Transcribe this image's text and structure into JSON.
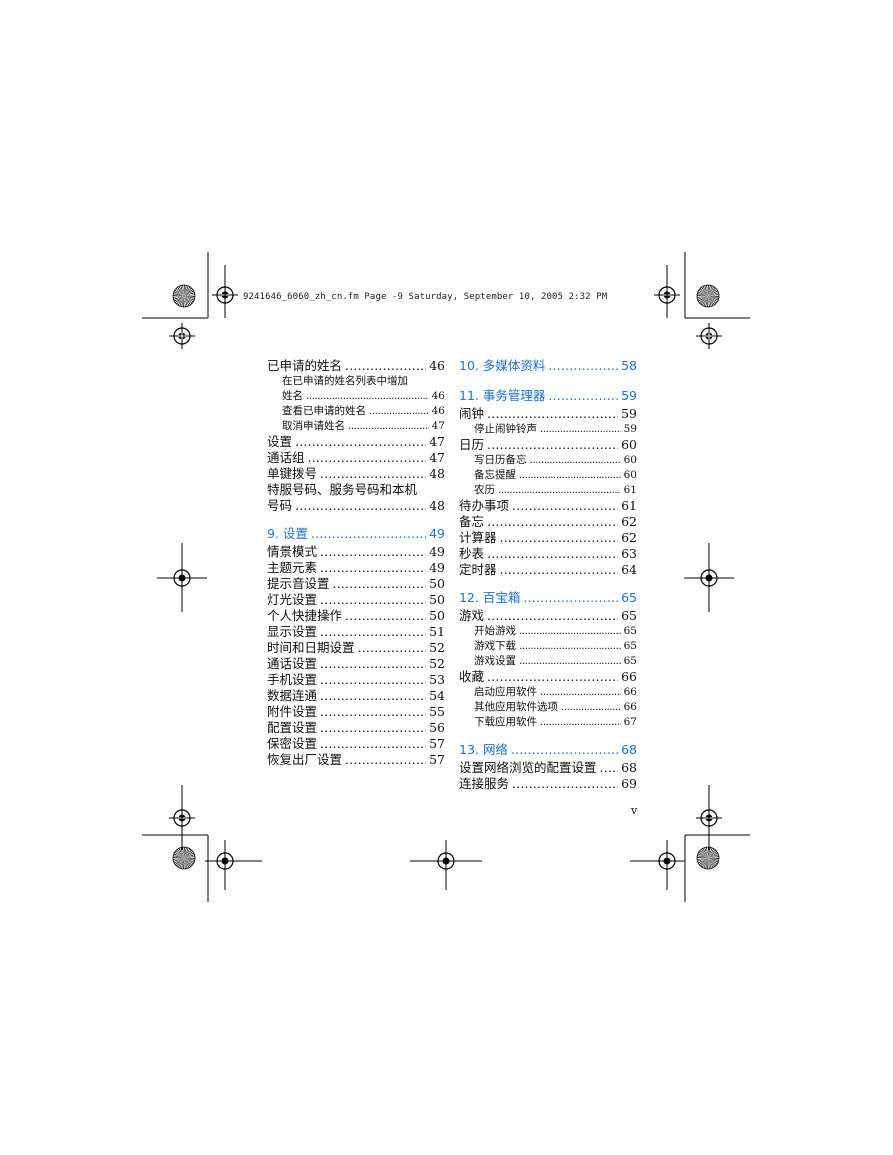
{
  "header_text": "9241646_6060_zh_cn.fm  Page -9  Saturday, September 10, 2005  2:32 PM",
  "page_number": "v",
  "left_column": [
    {
      "level": 1,
      "title": "已申请的姓名",
      "page": "46"
    },
    {
      "level": 2,
      "wrap_first": "在已申请的姓名列表中增加",
      "title": "姓名",
      "page": "46"
    },
    {
      "level": 2,
      "title": "查看已申请的姓名",
      "page": "46"
    },
    {
      "level": 2,
      "title": "取消申请姓名",
      "page": "47"
    },
    {
      "level": 1,
      "title": "设置",
      "page": "47"
    },
    {
      "level": 1,
      "title": "通话组",
      "page": "47"
    },
    {
      "level": 1,
      "title": "单键拨号",
      "page": "48"
    },
    {
      "level": 1,
      "wrap_first": "特服号码、服务号码和本机",
      "title": "号码",
      "page": "48"
    },
    {
      "level": 0,
      "title": "9. 设置",
      "page": "49"
    },
    {
      "level": 1,
      "title": "情景模式",
      "page": "49"
    },
    {
      "level": 1,
      "title": "主题元素",
      "page": "49"
    },
    {
      "level": 1,
      "title": "提示音设置",
      "page": "50"
    },
    {
      "level": 1,
      "title": "灯光设置",
      "page": "50"
    },
    {
      "level": 1,
      "title": "个人快捷操作",
      "page": "50"
    },
    {
      "level": 1,
      "title": "显示设置",
      "page": "51"
    },
    {
      "level": 1,
      "title": "时间和日期设置",
      "page": "52"
    },
    {
      "level": 1,
      "title": "通话设置",
      "page": "52"
    },
    {
      "level": 1,
      "title": "手机设置",
      "page": "53"
    },
    {
      "level": 1,
      "title": "数据连通",
      "page": "54"
    },
    {
      "level": 1,
      "title": "附件设置",
      "page": "55"
    },
    {
      "level": 1,
      "title": "配置设置",
      "page": "56"
    },
    {
      "level": 1,
      "title": "保密设置",
      "page": "57"
    },
    {
      "level": 1,
      "title": "恢复出厂设置",
      "page": "57"
    }
  ],
  "right_column": [
    {
      "level": 0,
      "title": "10. 多媒体资料",
      "page": "58"
    },
    {
      "level": 0,
      "title": "11. 事务管理器",
      "page": "59"
    },
    {
      "level": 1,
      "title": "闹钟",
      "page": "59"
    },
    {
      "level": 2,
      "title": "停止闹钟铃声",
      "page": "59"
    },
    {
      "level": 1,
      "title": "日历",
      "page": "60"
    },
    {
      "level": 2,
      "title": "写日历备忘",
      "page": "60"
    },
    {
      "level": 2,
      "title": "备忘提醒",
      "page": "60"
    },
    {
      "level": 2,
      "title": "农历",
      "page": "61"
    },
    {
      "level": 1,
      "title": "待办事项",
      "page": "61"
    },
    {
      "level": 1,
      "title": "备忘",
      "page": "62"
    },
    {
      "level": 1,
      "title": "计算器",
      "page": "62"
    },
    {
      "level": 1,
      "title": "秒表",
      "page": "63"
    },
    {
      "level": 1,
      "title": "定时器",
      "page": "64"
    },
    {
      "level": 0,
      "title": "12. 百宝箱",
      "page": "65"
    },
    {
      "level": 1,
      "title": "游戏",
      "page": "65"
    },
    {
      "level": 2,
      "title": "开始游戏",
      "page": "65"
    },
    {
      "level": 2,
      "title": "游戏下载",
      "page": "65"
    },
    {
      "level": 2,
      "title": "游戏设置",
      "page": "65"
    },
    {
      "level": 1,
      "title": "收藏",
      "page": "66"
    },
    {
      "level": 2,
      "title": "启动应用软件",
      "page": "66"
    },
    {
      "level": 2,
      "title": "其他应用软件选项",
      "page": "66"
    },
    {
      "level": 2,
      "title": "下载应用软件",
      "page": "67"
    },
    {
      "level": 0,
      "title": "13. 网络",
      "page": "68"
    },
    {
      "level": 1,
      "title": "设置网络浏览的配置设置",
      "page": "68"
    },
    {
      "level": 1,
      "title": "连接服务",
      "page": "69"
    }
  ]
}
